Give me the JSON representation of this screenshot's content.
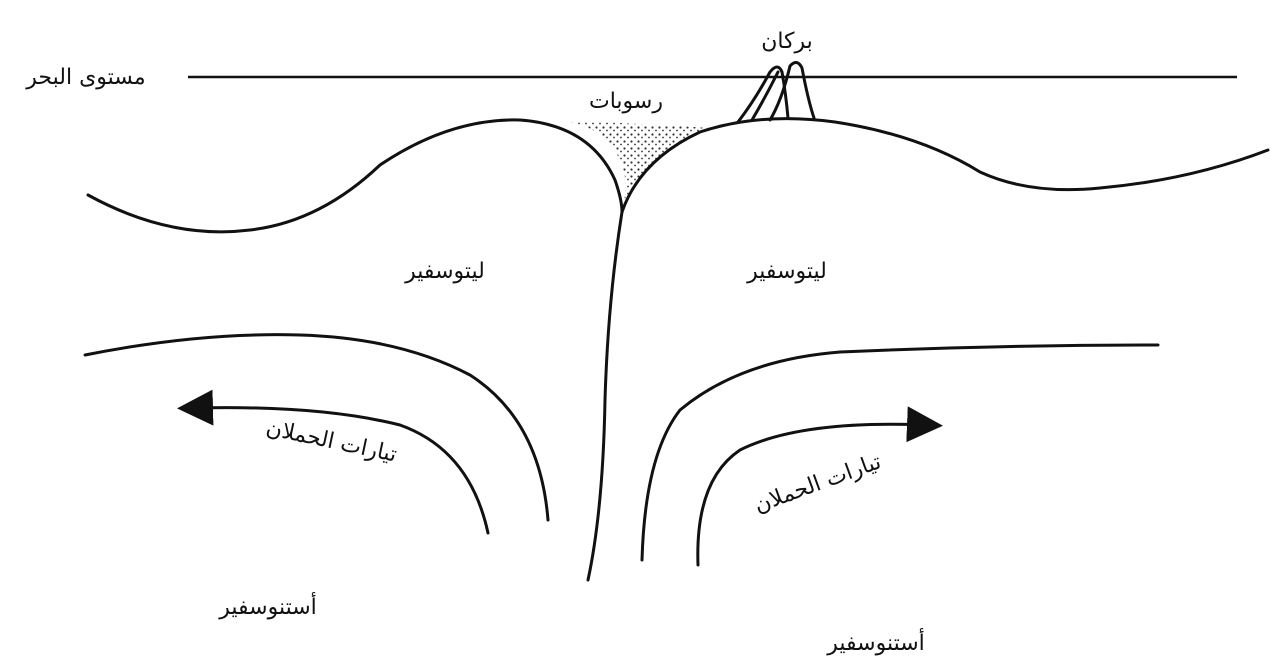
{
  "labels": {
    "sea_level": "مستوى البحر",
    "volcano": "بركان",
    "sediments": "رسوبات",
    "lithosphere_left": "ليتوسفير",
    "lithosphere_right": "ليتوسفير",
    "convection_left": "تيارات الحملان",
    "convection_right": "تيارات الحملان",
    "asthenosphere_left": "أستنوسفير",
    "asthenosphere_right": "أستنوسفير"
  },
  "colors": {
    "ink": "#111111",
    "background": "#ffffff"
  }
}
